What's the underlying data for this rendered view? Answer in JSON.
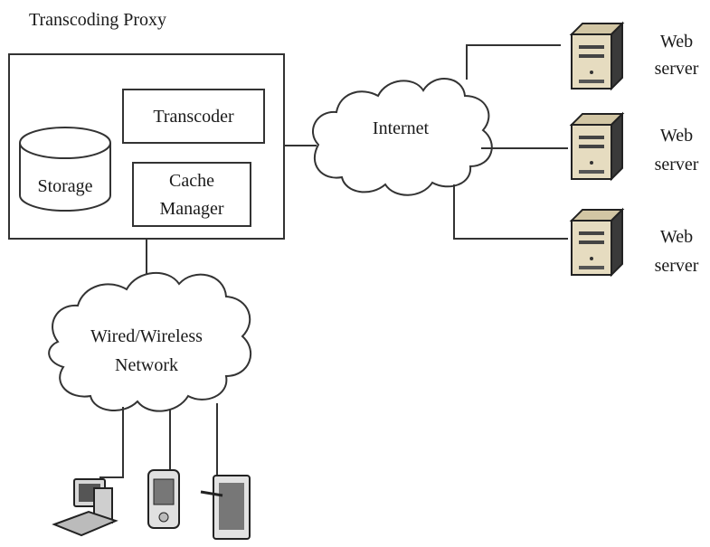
{
  "title": "Transcoding Proxy",
  "proxy": {
    "storage_label": "Storage",
    "transcoder_label": "Transcoder",
    "cache_manager_label_line1": "Cache",
    "cache_manager_label_line2": "Manager"
  },
  "internet_label": "Internet",
  "network_label_line1": "Wired/Wireless",
  "network_label_line2": "Network",
  "web_servers": [
    {
      "line1": "Web",
      "line2": "server"
    },
    {
      "line1": "Web",
      "line2": "server"
    },
    {
      "line1": "Web",
      "line2": "server"
    }
  ],
  "devices": [
    "computer",
    "pda",
    "tablet"
  ]
}
